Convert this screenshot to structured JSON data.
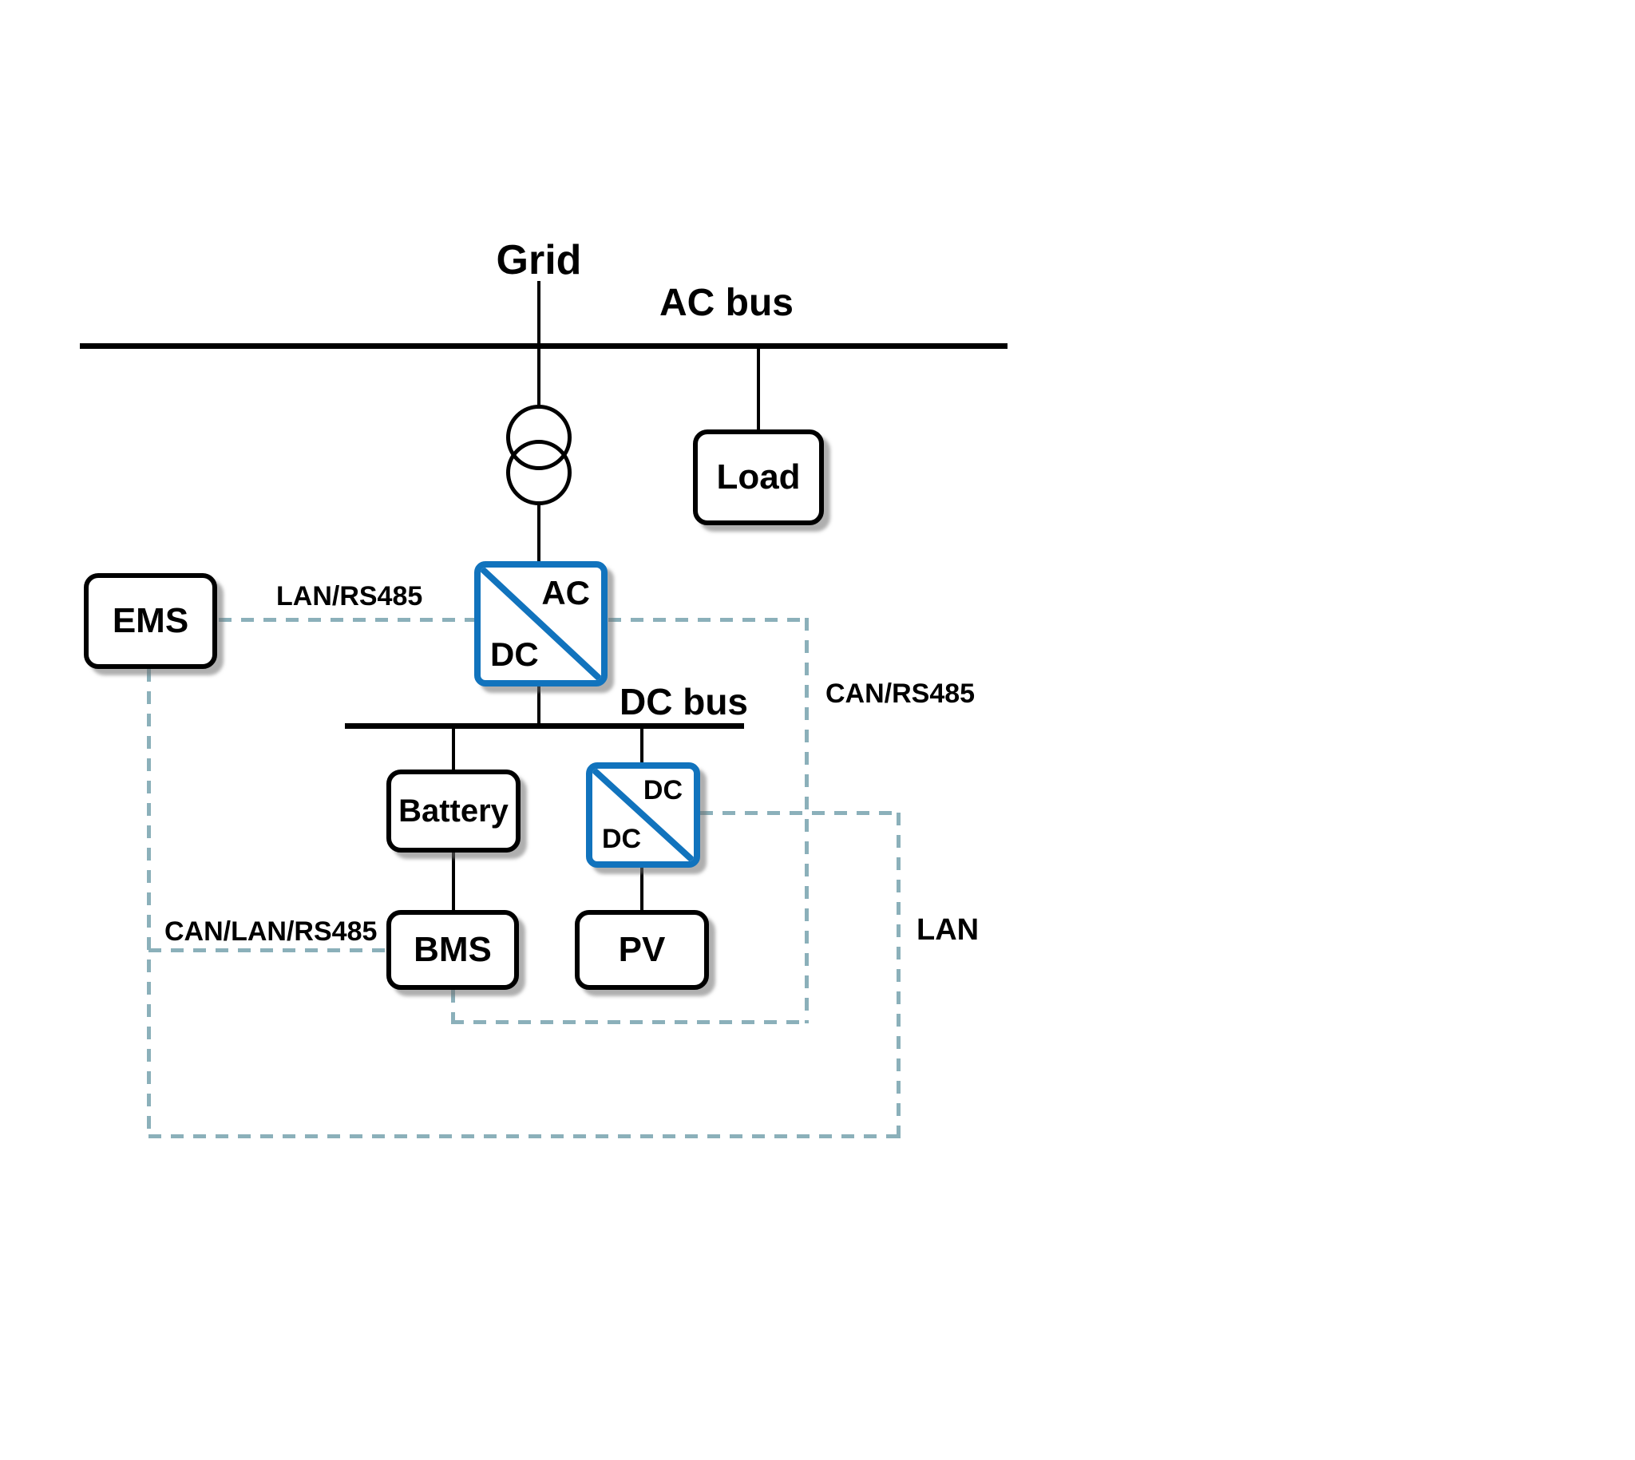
{
  "labels": {
    "grid": "Grid",
    "ac_bus": "AC bus",
    "dc_bus": "DC bus",
    "lan_rs485": "LAN/RS485",
    "can_rs485": "CAN/RS485",
    "can_lan_rs485": "CAN/LAN/RS485",
    "lan": "LAN"
  },
  "nodes": {
    "load": "Load",
    "ems": "EMS",
    "battery": "Battery",
    "bms": "BMS",
    "pv": "PV"
  },
  "converters": {
    "ac_dc": {
      "upper": "AC",
      "lower": "DC"
    },
    "dc_dc": {
      "upper": "DC",
      "lower": "DC"
    }
  },
  "colors": {
    "converter-blue": "#1173bd",
    "dashed-teal": "#8bb0ba",
    "line-black": "#000000"
  }
}
